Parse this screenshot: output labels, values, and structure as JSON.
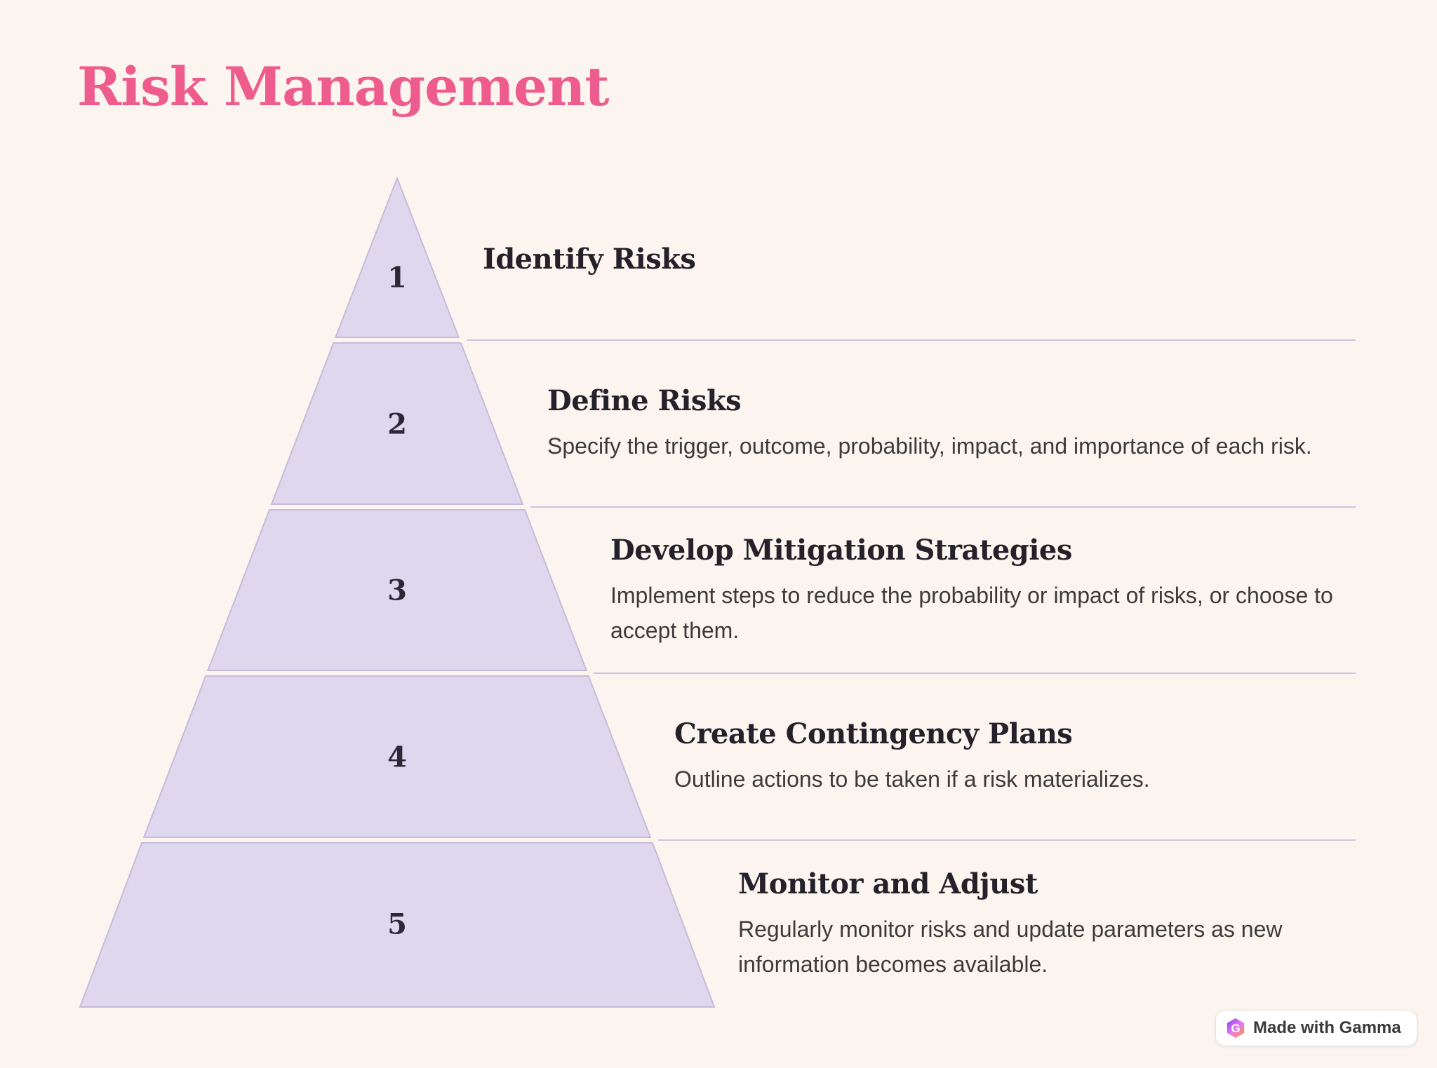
{
  "page": {
    "background_color": "#fcf5ef"
  },
  "title": {
    "text": "Risk Management",
    "color": "#ee5b8d"
  },
  "pyramid": {
    "fill_color": "#ded7ee",
    "stroke_color": "#c6bcda",
    "divider_color": "#cdc5dd",
    "levels": [
      {
        "number": "1",
        "heading": "Identify Risks",
        "body": ""
      },
      {
        "number": "2",
        "heading": "Define Risks",
        "body": "Specify the trigger, outcome, probability, impact, and importance of each risk."
      },
      {
        "number": "3",
        "heading": "Develop Mitigation Strategies",
        "body": "Implement steps to reduce the probability or impact of risks, or choose to accept them."
      },
      {
        "number": "4",
        "heading": "Create Contingency Plans",
        "body": "Outline actions to be taken if a risk materializes."
      },
      {
        "number": "5",
        "heading": "Monitor and Adjust",
        "body": "Regularly monitor risks and update parameters as new information becomes available."
      }
    ]
  },
  "badge": {
    "label": "Made with Gamma",
    "logo_icon": "gamma-hexagon-logo",
    "logo_gradient": [
      "#7c3aed",
      "#e879f9",
      "#fb923c"
    ]
  }
}
